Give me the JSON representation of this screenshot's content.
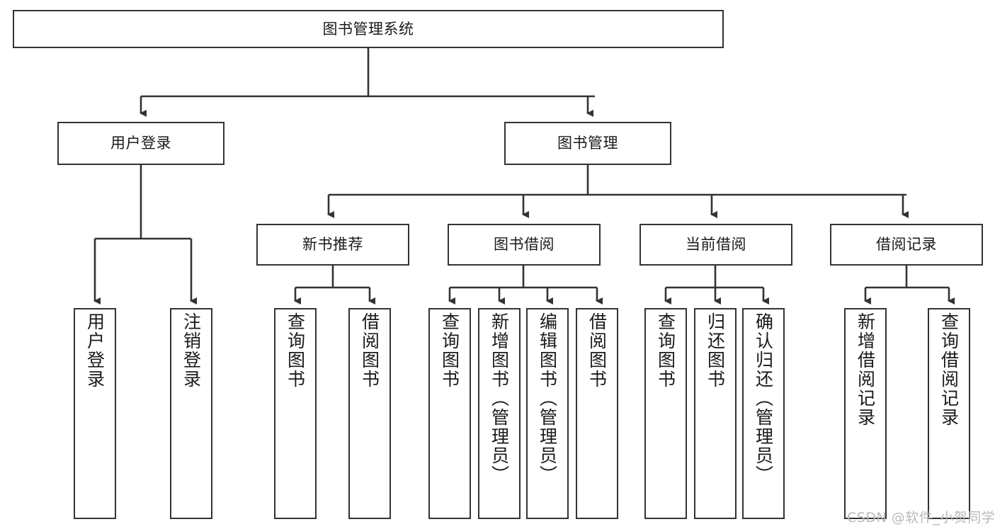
{
  "diagram": {
    "title": "图书管理系统",
    "type": "tree-structure-chart",
    "root": {
      "id": "root",
      "label": "图书管理系统"
    },
    "level2": [
      {
        "id": "user-login",
        "label": "用户登录"
      },
      {
        "id": "book-manage",
        "label": "图书管理"
      }
    ],
    "level3": [
      {
        "id": "new-book-recommend",
        "label": "新书推荐",
        "parent": "book-manage"
      },
      {
        "id": "book-borrow",
        "label": "图书借阅",
        "parent": "book-manage"
      },
      {
        "id": "current-borrow",
        "label": "当前借阅",
        "parent": "book-manage"
      },
      {
        "id": "borrow-record",
        "label": "借阅记录",
        "parent": "book-manage"
      }
    ],
    "leaves": [
      {
        "id": "leaf-user-login",
        "label": "用户登录",
        "parent": "user-login"
      },
      {
        "id": "leaf-logout-login",
        "label": "注销登录",
        "parent": "user-login"
      },
      {
        "id": "leaf-query-book-1",
        "label": "查询图书",
        "parent": "new-book-recommend"
      },
      {
        "id": "leaf-borrow-book-1",
        "label": "借阅图书",
        "parent": "new-book-recommend"
      },
      {
        "id": "leaf-query-book-2",
        "label": "查询图书",
        "parent": "book-borrow"
      },
      {
        "id": "leaf-add-book",
        "label": "新增图书（管理员）",
        "parent": "book-borrow"
      },
      {
        "id": "leaf-edit-book",
        "label": "编辑图书（管理员）",
        "parent": "book-borrow"
      },
      {
        "id": "leaf-borrow-book-2",
        "label": "借阅图书",
        "parent": "book-borrow"
      },
      {
        "id": "leaf-query-book-3",
        "label": "查询图书",
        "parent": "current-borrow"
      },
      {
        "id": "leaf-return-book",
        "label": "归还图书",
        "parent": "current-borrow"
      },
      {
        "id": "leaf-confirm-return",
        "label": "确认归还（管理员）",
        "parent": "current-borrow"
      },
      {
        "id": "leaf-add-record",
        "label": "新增借阅记录",
        "parent": "borrow-record"
      },
      {
        "id": "leaf-query-record",
        "label": "查询借阅记录",
        "parent": "borrow-record"
      }
    ],
    "colors": {
      "box_border": "#333333",
      "box_fill": "#ffffff",
      "connector": "#333333",
      "text": "#1a1a1a",
      "watermark": "#b9b9b9"
    }
  },
  "watermark": {
    "text": "CSDN @软件_小贺同学"
  }
}
